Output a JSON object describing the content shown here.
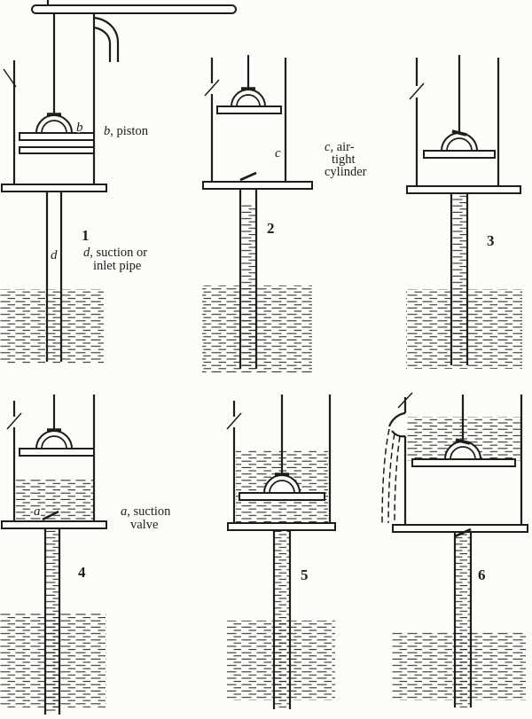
{
  "page": {
    "paper": "#fcfcfa",
    "ink": "#1d1d1d"
  },
  "figures": {
    "f1": {
      "number": "1",
      "piston_letter": "b",
      "pipe_letter": "d"
    },
    "f2": {
      "number": "2",
      "cylinder_letter": "c"
    },
    "f3": {
      "number": "3"
    },
    "f4": {
      "number": "4",
      "valve_letter": "a"
    },
    "f5": {
      "number": "5"
    },
    "f6": {
      "number": "6"
    }
  },
  "captions": {
    "piston": {
      "lead": "b",
      "rest": ", piston"
    },
    "cylinder": {
      "lead": "c",
      "rest": ", air-",
      "line2": "tight",
      "line3": "cylinder"
    },
    "inlet": {
      "lead": "d",
      "rest": ", suction or",
      "line2": "inlet pipe"
    },
    "valve": {
      "lead": "a",
      "rest": ", suction",
      "line2": "valve"
    }
  }
}
